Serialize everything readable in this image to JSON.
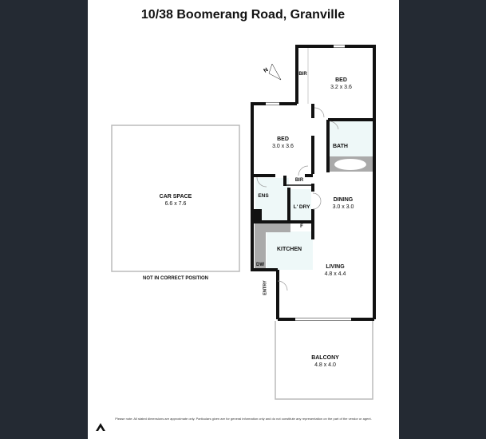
{
  "title": "10/38 Boomerang Road, Granville",
  "compass": "N",
  "rooms": {
    "bed1": {
      "name": "BED",
      "dim": "3.2 x 3.6"
    },
    "bed2": {
      "name": "BED",
      "dim": "3.0 x 3.6"
    },
    "bath": {
      "name": "BATH"
    },
    "bir1": {
      "name": "BIR"
    },
    "bir2": {
      "name": "BIR"
    },
    "ens": {
      "name": "ENS"
    },
    "ldry": {
      "name": "L' DRY"
    },
    "dining": {
      "name": "DINING",
      "dim": "3.0 x 3.0"
    },
    "kitchen": {
      "name": "KITCHEN"
    },
    "fridge": {
      "name": "F"
    },
    "dw": {
      "name": "DW"
    },
    "living": {
      "name": "LIVING",
      "dim": "4.8 x 4.4"
    },
    "entry": {
      "name": "ENTRY"
    },
    "balcony": {
      "name": "BALCONY",
      "dim": "4.8 x 4.0"
    },
    "car": {
      "name": "CAR SPACE",
      "dim": "6.6 x 7.6",
      "note": "NOT IN CORRECT POSITION"
    }
  },
  "disclaimer": "Please note: All stated dimensions are approximate only. Particulars given are for general information only and do not constitute any representation on the part of the vendor or agent."
}
